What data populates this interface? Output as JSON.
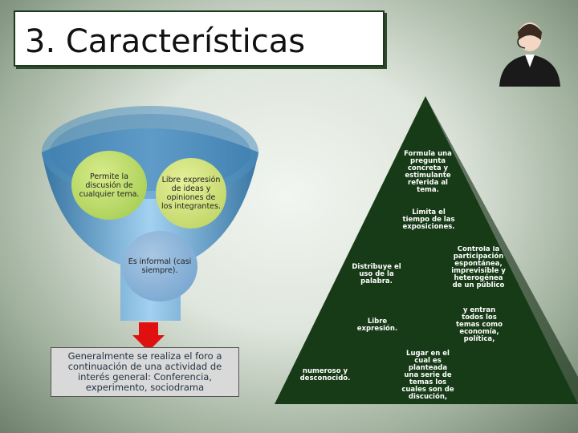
{
  "title": "3. Características",
  "funnel": {
    "circle1": "Permite la discusión de cualquier tema.",
    "circle2": "Libre expresión de ideas y opiniones de los integrantes.",
    "circle3": "Es informal (casi siempre).",
    "bottom_box": "Generalmente se realiza el foro a continuación de una actividad de interés general: Conferencia, experimento, sociodrama"
  },
  "pyramid": {
    "t1": "Formula una pregunta concreta y estimulante referida al tema.",
    "t2": "Limita el tiempo de las exposiciones.",
    "t3": "Controla la participación espontánea, imprevisible y heterogénea de un público",
    "t4": "Distribuye el uso de la palabra.",
    "t5": "y entran todos los temas como economía, política,",
    "t6": "Libre expresión.",
    "t7": "Lugar en el cual es planteada una serie de temas los cuales son de discución,",
    "t8": "numeroso y desconocido."
  },
  "colors": {
    "pyramid": "#173a17",
    "title_border": "#1d3a1d",
    "arrow": "#e01010"
  }
}
